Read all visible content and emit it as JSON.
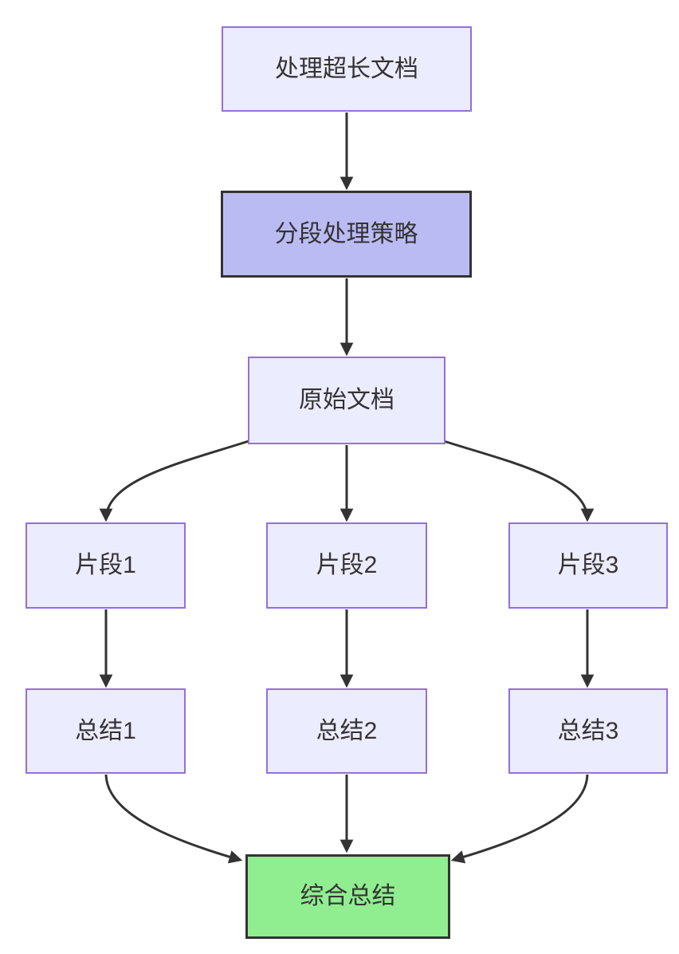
{
  "diagram": {
    "type": "flowchart",
    "direction": "top-down",
    "nodes": [
      {
        "id": "A",
        "label": "处理超长文档",
        "style": "default"
      },
      {
        "id": "B",
        "label": "分段处理策略",
        "style": "accent"
      },
      {
        "id": "C",
        "label": "原始文档",
        "style": "default"
      },
      {
        "id": "D1",
        "label": "片段1",
        "style": "default"
      },
      {
        "id": "D2",
        "label": "片段2",
        "style": "default"
      },
      {
        "id": "D3",
        "label": "片段3",
        "style": "default"
      },
      {
        "id": "S1",
        "label": "总结1",
        "style": "default"
      },
      {
        "id": "S2",
        "label": "总结2",
        "style": "default"
      },
      {
        "id": "S3",
        "label": "总结3",
        "style": "default"
      },
      {
        "id": "F",
        "label": "综合总结",
        "style": "result"
      }
    ],
    "edges": [
      {
        "from": "A",
        "to": "B"
      },
      {
        "from": "B",
        "to": "C"
      },
      {
        "from": "C",
        "to": "D1"
      },
      {
        "from": "C",
        "to": "D2"
      },
      {
        "from": "C",
        "to": "D3"
      },
      {
        "from": "D1",
        "to": "S1"
      },
      {
        "from": "D2",
        "to": "S2"
      },
      {
        "from": "D3",
        "to": "S3"
      },
      {
        "from": "S1",
        "to": "F"
      },
      {
        "from": "S2",
        "to": "F"
      },
      {
        "from": "S3",
        "to": "F"
      }
    ],
    "colors": {
      "node_fill": "#ECECFF",
      "node_border": "#9370DB",
      "accent_fill": "#BBBBF4",
      "accent_border": "#333333",
      "result_fill": "#90EE90",
      "result_border": "#333333",
      "edge": "#333333",
      "text": "#333333",
      "background": "#FFFFFF"
    }
  }
}
